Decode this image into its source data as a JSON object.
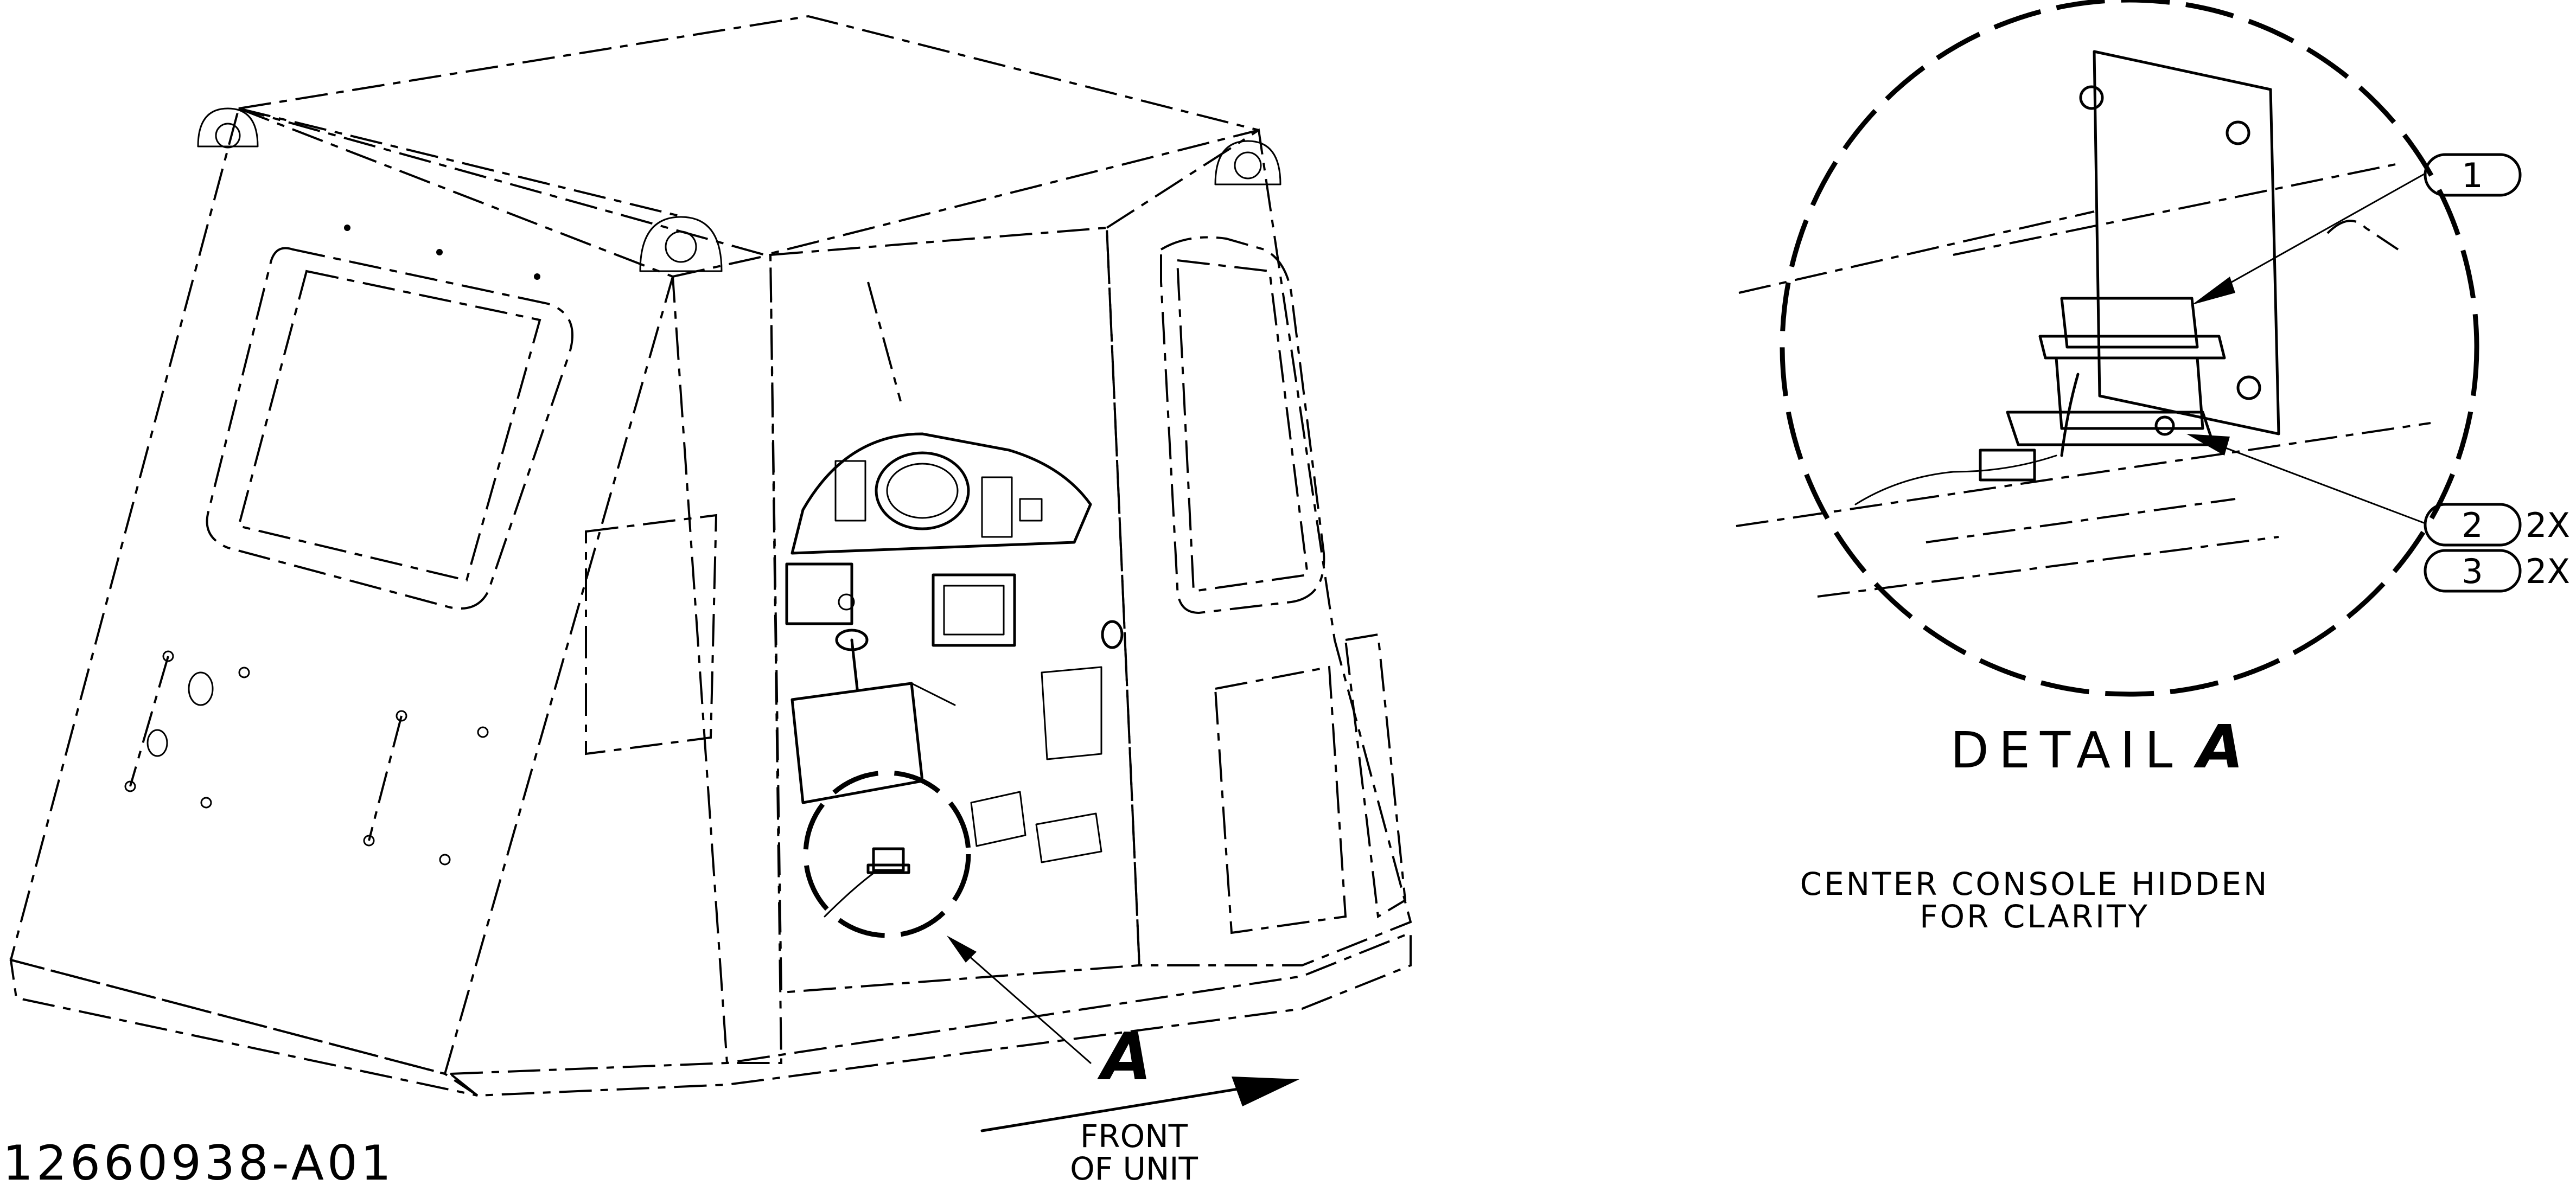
{
  "drawing_number": "12660938-A01",
  "detail_ref_letter": "A",
  "front_label_line1": "FRONT",
  "front_label_line2": "OF UNIT",
  "detail_title_word": "DETAIL",
  "detail_title_letter": "A",
  "note_line1": "CENTER CONSOLE HIDDEN",
  "note_line2": "FOR CLARITY",
  "callouts": [
    {
      "number": "1",
      "qty": ""
    },
    {
      "number": "2",
      "qty": "2X"
    },
    {
      "number": "3",
      "qty": "2X"
    }
  ]
}
